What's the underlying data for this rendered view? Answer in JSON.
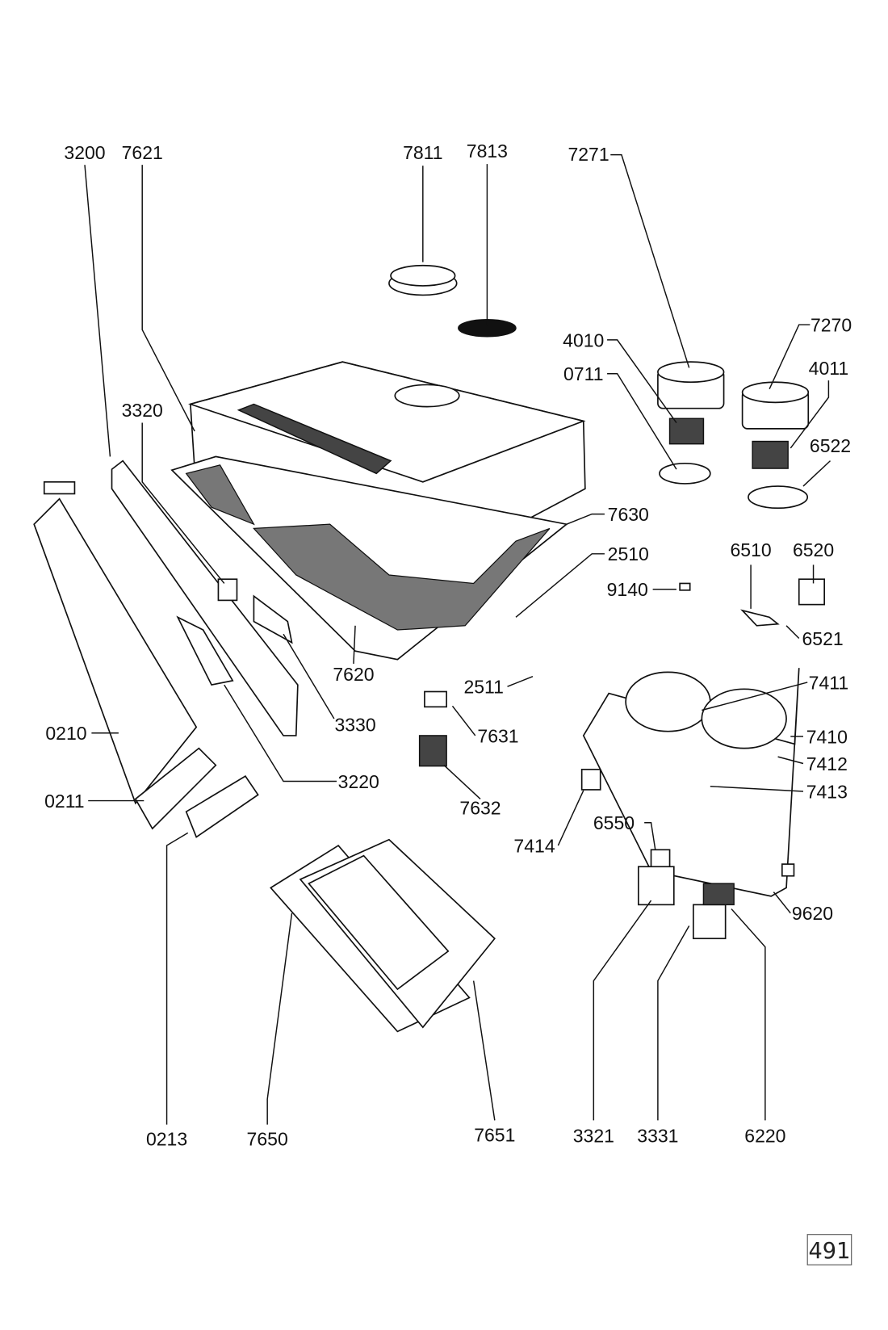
{
  "diagram": {
    "type": "exploded parts diagram",
    "part_labels": [
      "3200",
      "7621",
      "7811",
      "7813",
      "7271",
      "7270",
      "4010",
      "4011",
      "0711",
      "6522",
      "3320",
      "7630",
      "2510",
      "6510",
      "6520",
      "9140",
      "6521",
      "7620",
      "2511",
      "7411",
      "3330",
      "0210",
      "7631",
      "7410",
      "7412",
      "3220",
      "7413",
      "0211",
      "7632",
      "6550",
      "7414",
      "9620",
      "0213",
      "7650",
      "7651",
      "3321",
      "3331",
      "6220"
    ],
    "page_number": "491"
  }
}
